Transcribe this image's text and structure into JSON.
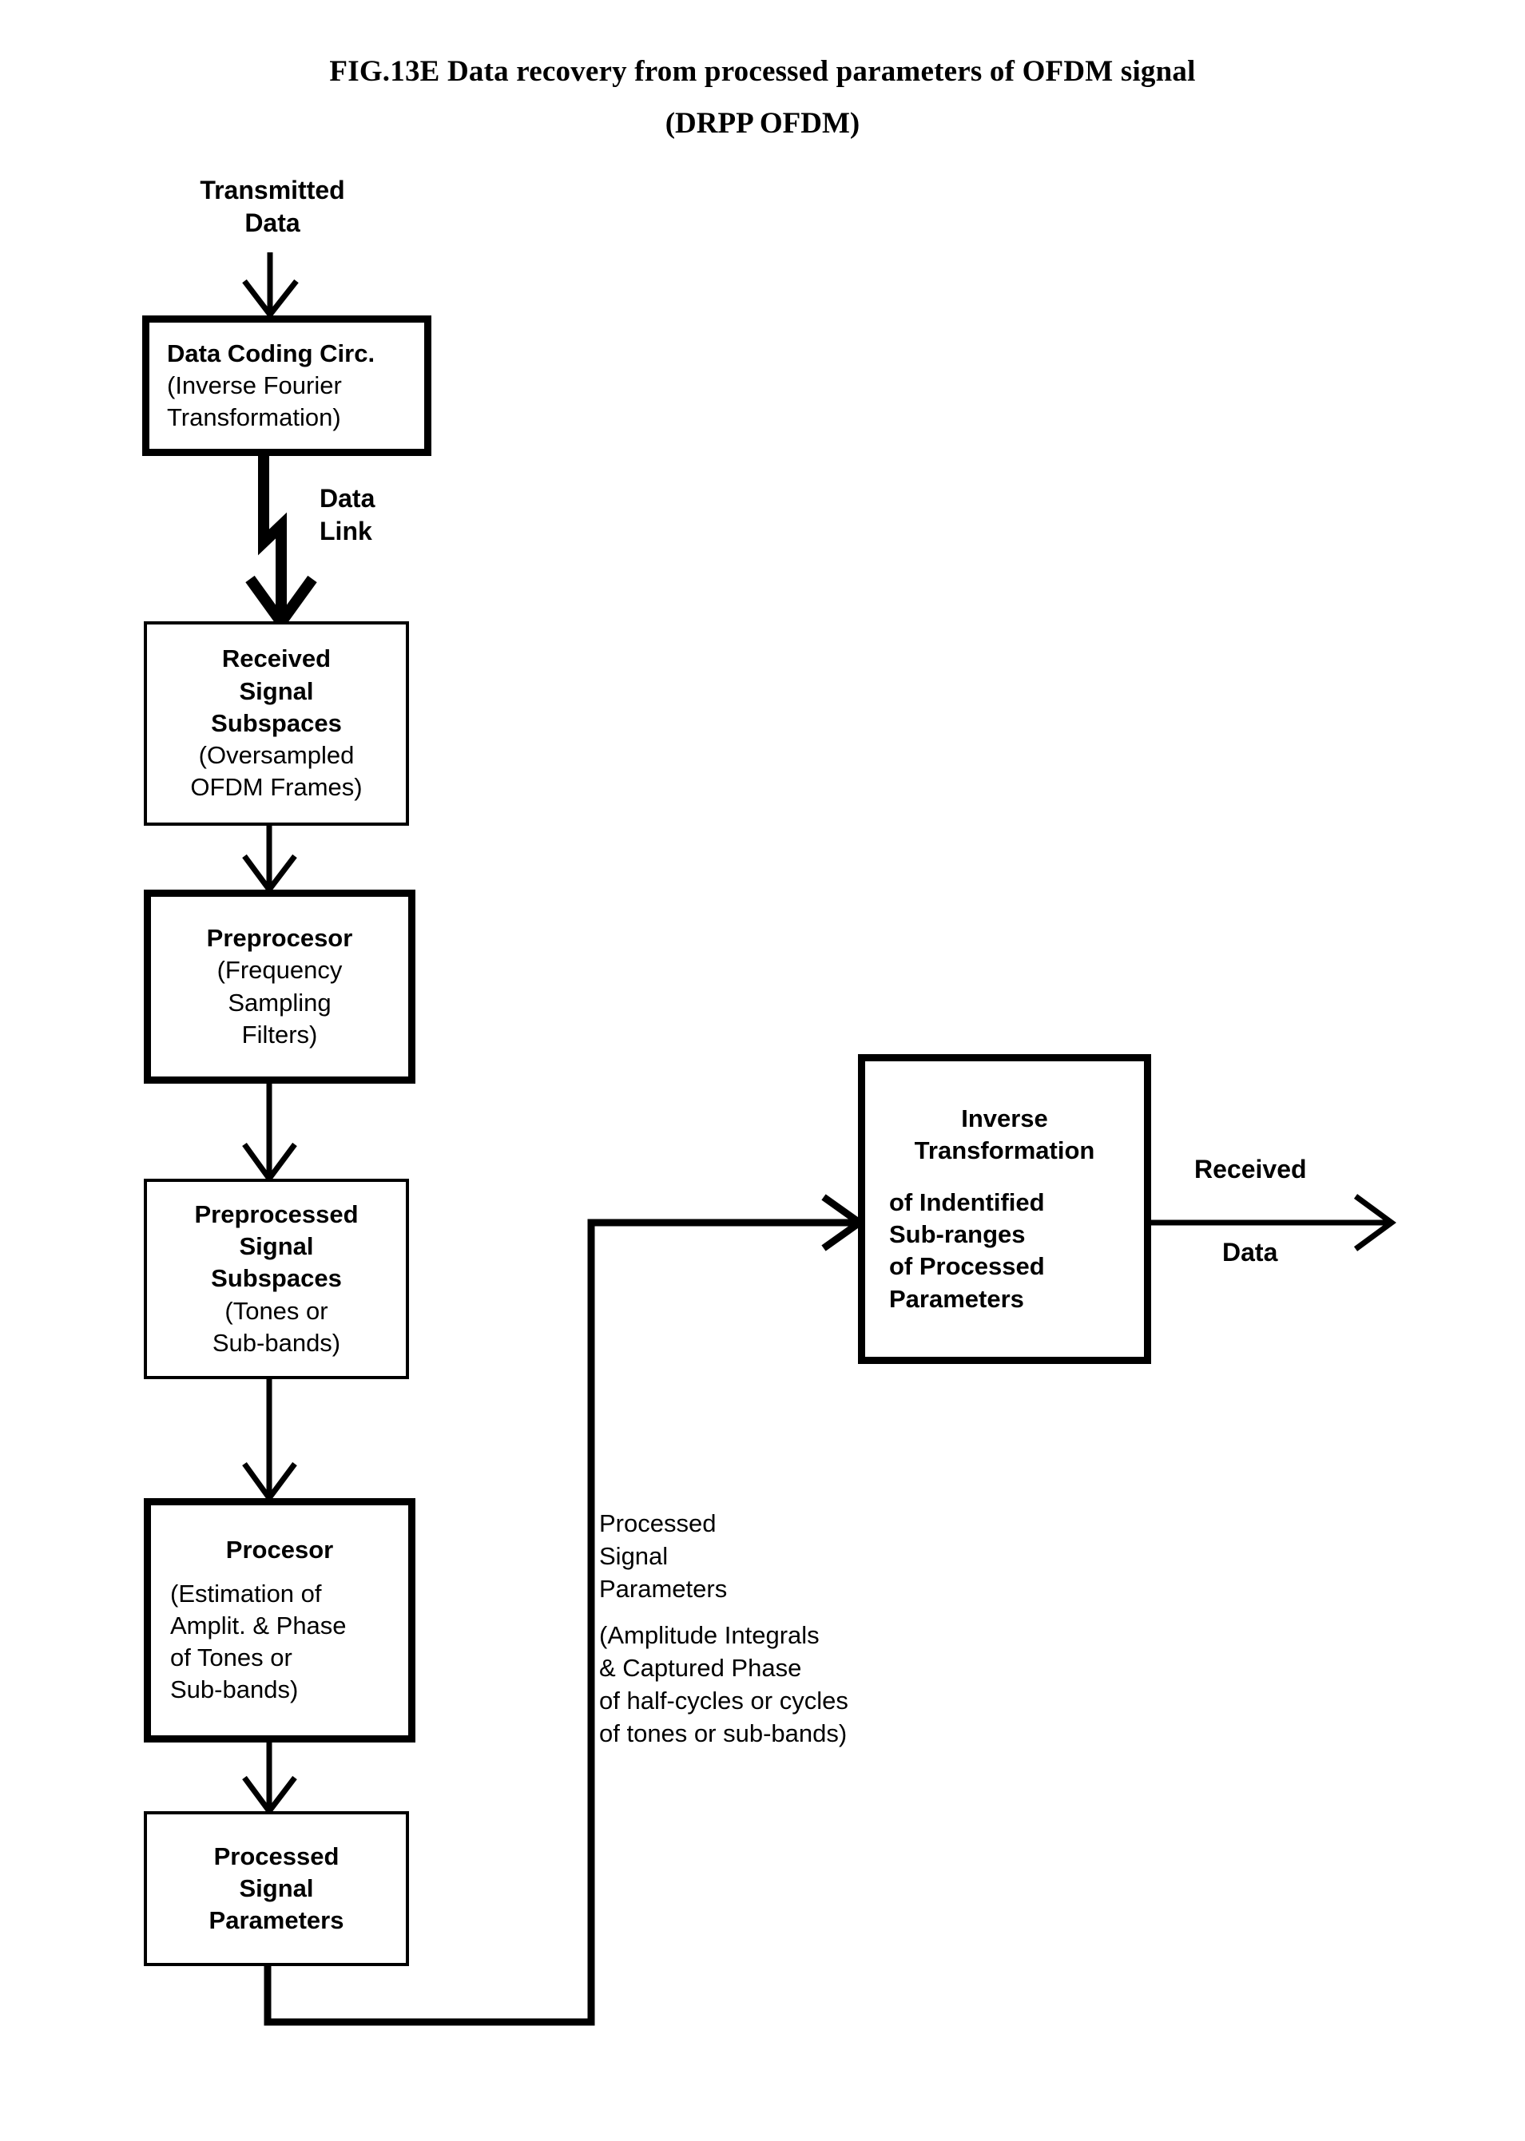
{
  "figure": {
    "title_line_1": "FIG.13E Data recovery from processed parameters of OFDM signal",
    "title_line_2": "(DRPP OFDM)"
  },
  "labels": {
    "input_line_1": "Transmitted",
    "input_line_2": "Data",
    "data_link_line_1": "Data",
    "data_link_line_2": "Link",
    "output_line_1": "Received",
    "output_line_2": "Data"
  },
  "boxes": {
    "data_coding": {
      "heading": "Data Coding Circ.",
      "line_1": "(Inverse Fourier",
      "line_2": "Transformation)"
    },
    "received_signal_subspaces": {
      "heading_1": "Received",
      "heading_2": "Signal",
      "heading_3": "Subspaces",
      "line_1": "(Oversampled",
      "line_2": "OFDM Frames)"
    },
    "preprocesor": {
      "heading": "Preprocesor",
      "line_1": "(Frequency",
      "line_2": "Sampling",
      "line_3": "Filters)"
    },
    "preprocessed_signal_subspaces": {
      "heading_1": "Preprocessed",
      "heading_2": "Signal",
      "heading_3": "Subspaces",
      "line_1": "(Tones or",
      "line_2": "Sub-bands)"
    },
    "procesor": {
      "heading": "Procesor",
      "line_1": "(Estimation of",
      "line_2": "Amplit. & Phase",
      "line_3": "of Tones or",
      "line_4": "Sub-bands)"
    },
    "processed_signal_parameters": {
      "heading_1": "Processed",
      "heading_2": "Signal",
      "heading_3": "Parameters"
    },
    "inverse_transformation": {
      "heading_1": "Inverse",
      "heading_2": "Transformation",
      "line_1": "of Indentified",
      "line_2": "Sub-ranges",
      "line_3": "of Processed",
      "line_4": "Parameters"
    }
  },
  "annotation": {
    "line_1": "Processed",
    "line_2": "Signal",
    "line_3": "Parameters",
    "line_4": "(Amplitude Integrals",
    "line_5": "& Captured Phase",
    "line_6": " of half-cycles or cycles",
    "line_7": " of tones or sub-bands)"
  },
  "colors": {
    "stroke": "#000000",
    "background": "#ffffff"
  }
}
